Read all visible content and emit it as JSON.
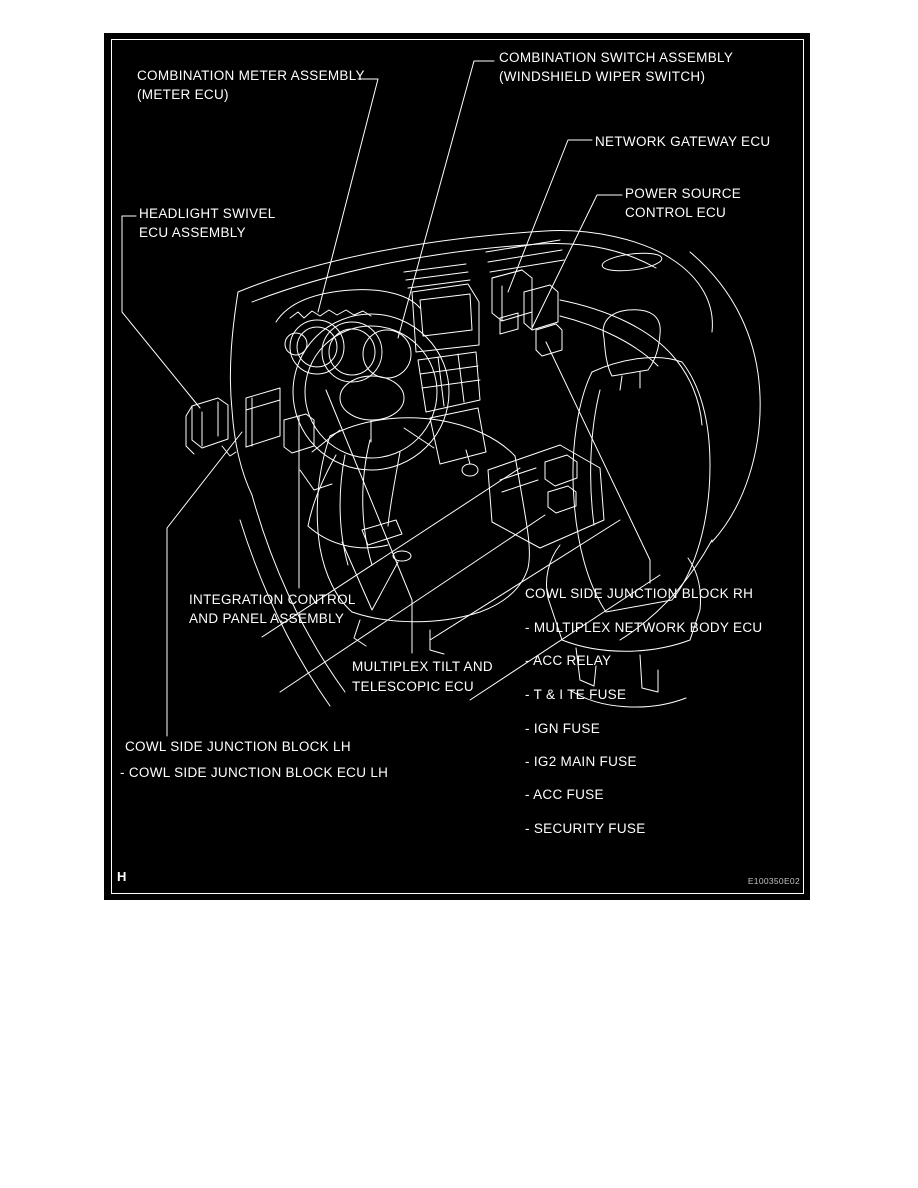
{
  "figure": {
    "corner_mark": "H",
    "code": "E100350E02",
    "colors": {
      "page": "#ffffff",
      "panel": "#000000",
      "line": "#ffffff"
    },
    "labels": {
      "combination_meter": {
        "line1": "COMBINATION METER ASSEMBLY",
        "line2": "(METER ECU)"
      },
      "combination_switch": {
        "line1": "COMBINATION SWITCH ASSEMBLY",
        "line2": "(WINDSHIELD WIPER SWITCH)"
      },
      "network_gateway": "NETWORK GATEWAY ECU",
      "power_source": {
        "line1": "POWER SOURCE",
        "line2": "CONTROL ECU"
      },
      "headlight_swivel": {
        "line1": "HEADLIGHT SWIVEL",
        "line2": "ECU ASSEMBLY"
      },
      "integration_control": {
        "line1": "INTEGRATION CONTROL",
        "line2": "AND PANEL ASSEMBLY"
      },
      "multiplex_tilt": {
        "line1": "MULTIPLEX TILT AND",
        "line2": "TELESCOPIC ECU"
      },
      "cowl_lh": {
        "title": "COWL SIDE JUNCTION BLOCK LH",
        "items": [
          "- COWL SIDE JUNCTION BLOCK ECU LH"
        ]
      },
      "cowl_rh": {
        "title": "COWL SIDE JUNCTION BLOCK RH",
        "items": [
          "- MULTIPLEX NETWORK BODY ECU",
          "- ACC RELAY",
          "- T & I TE FUSE",
          "- IGN FUSE",
          "- IG2 MAIN FUSE",
          "- ACC FUSE",
          "- SECURITY FUSE"
        ]
      }
    }
  }
}
